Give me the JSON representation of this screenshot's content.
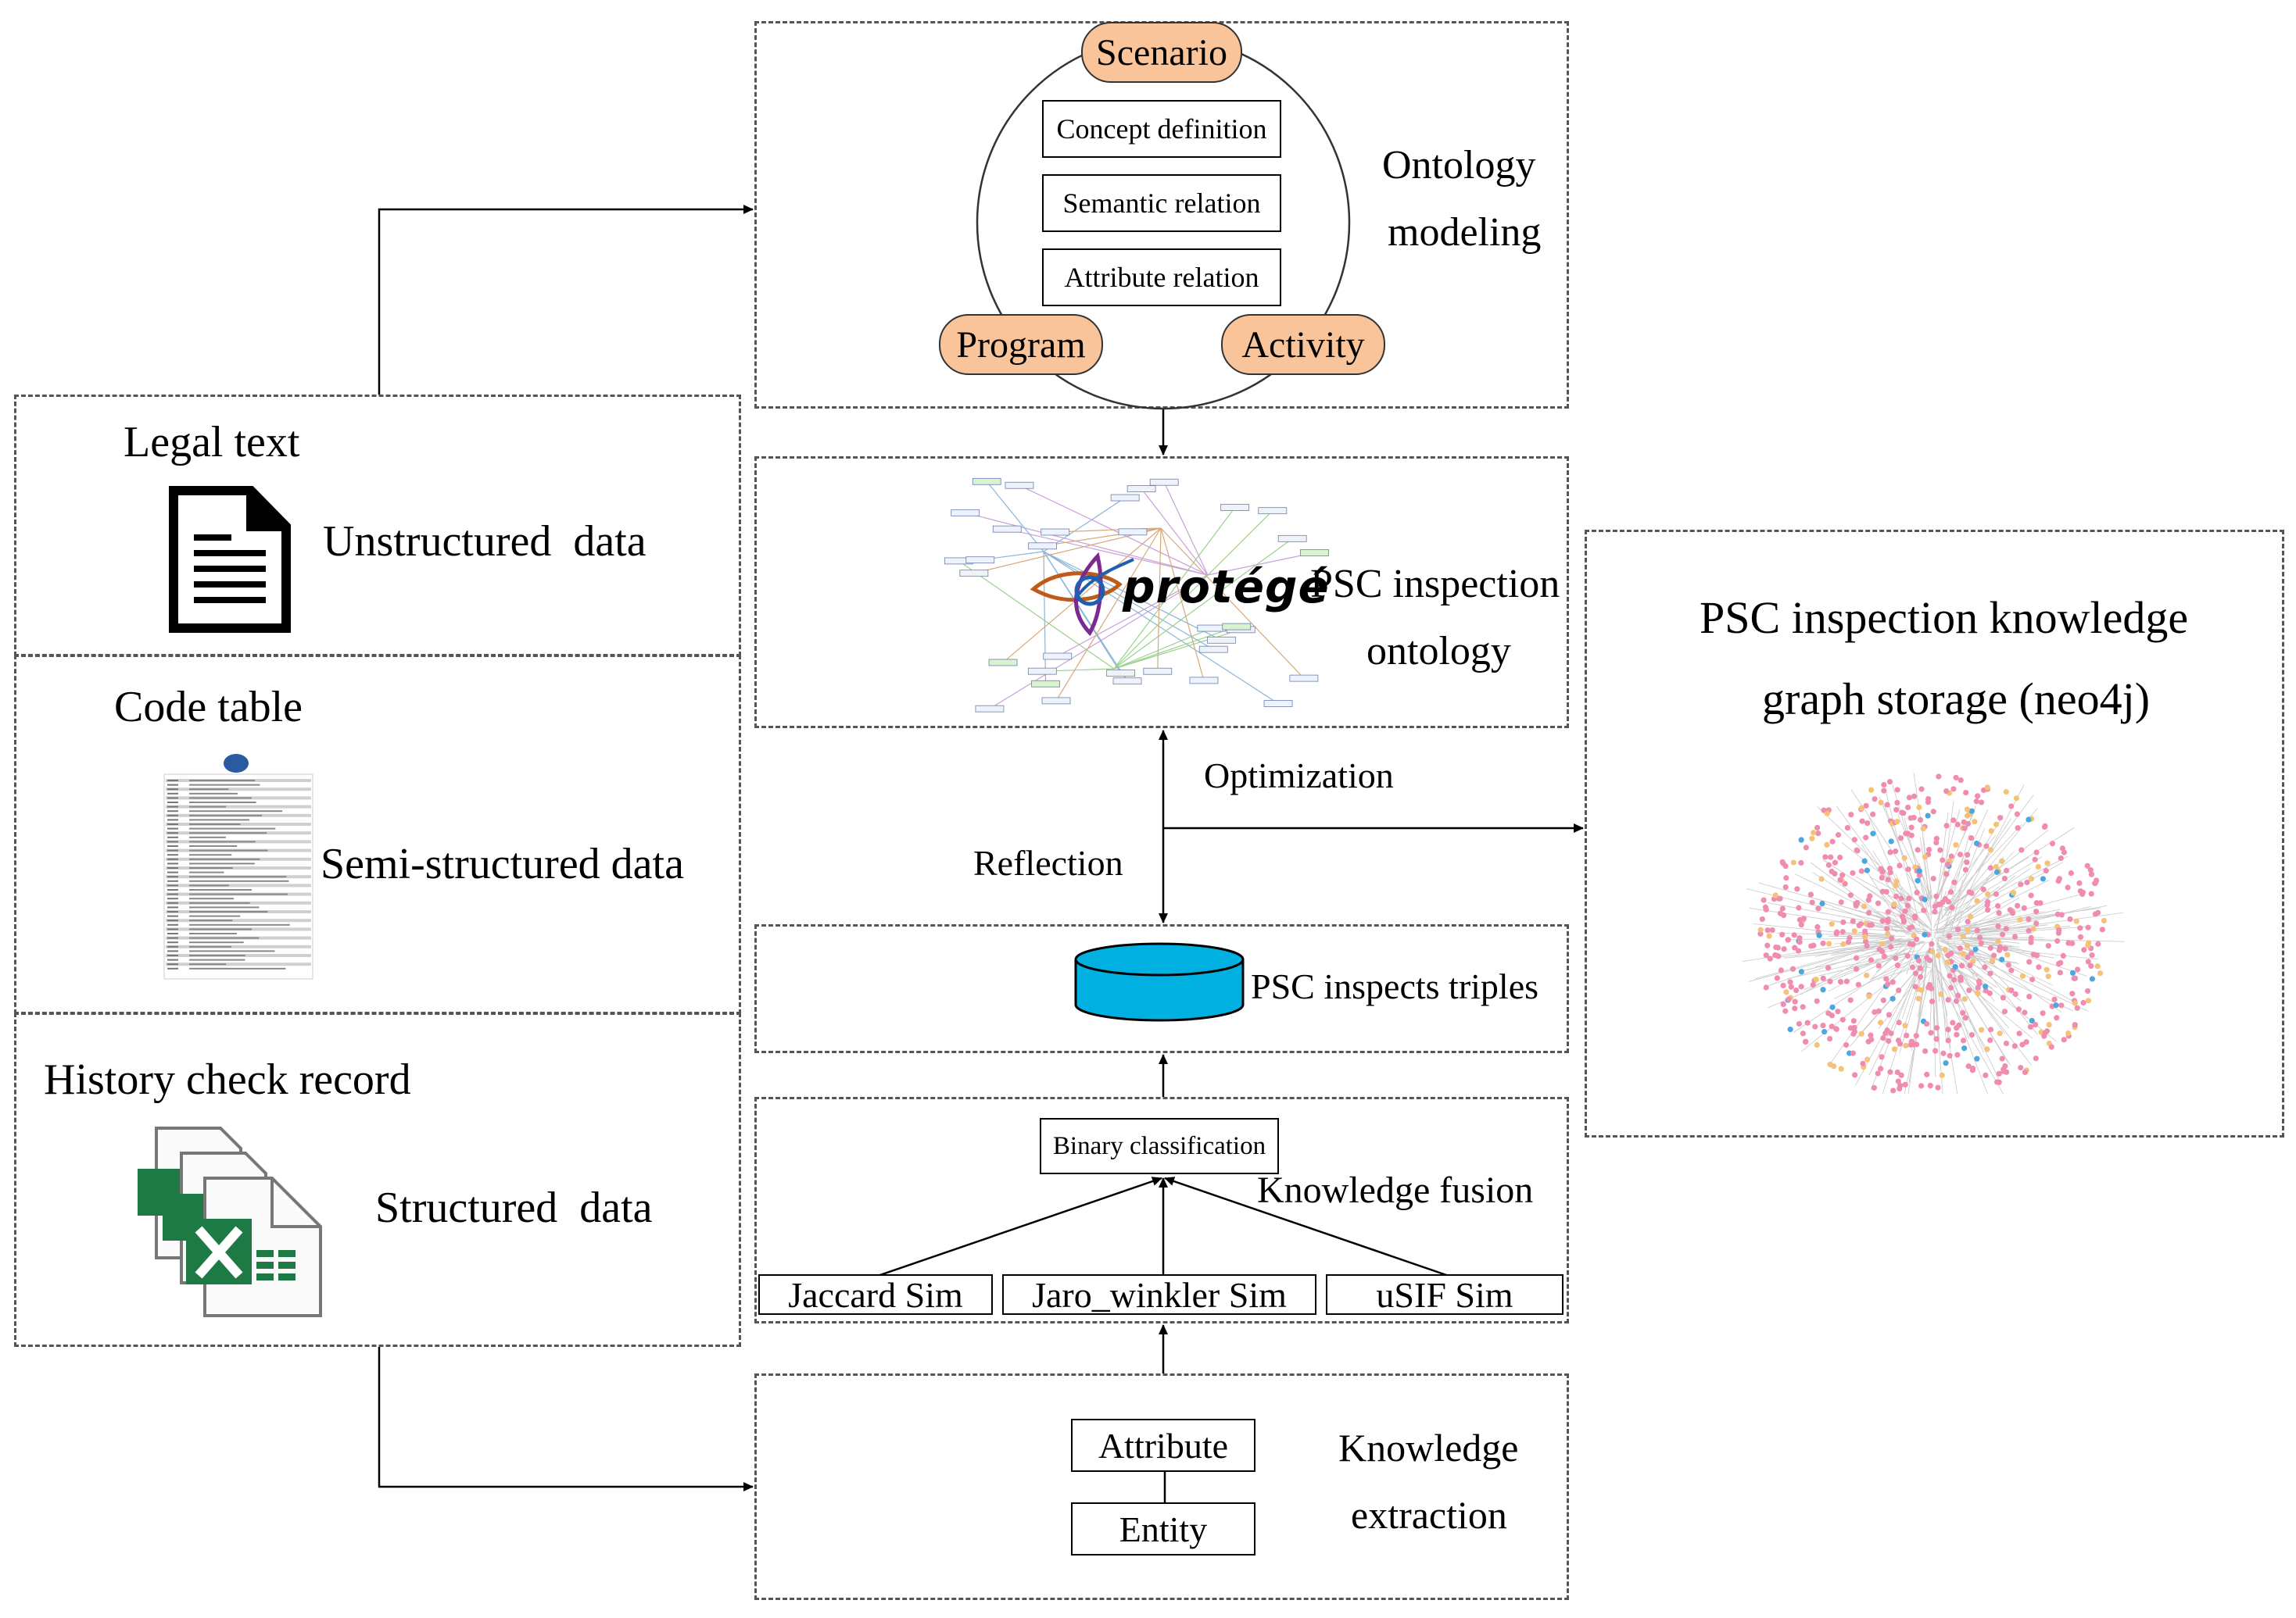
{
  "left_panel": {
    "legal": {
      "title": "Legal text",
      "type": "Unstructured  data"
    },
    "code": {
      "title": "Code table",
      "type": "Semi-structured data"
    },
    "history": {
      "title": "History check record",
      "type": "Structured  data"
    }
  },
  "ontology": {
    "scenario": "Scenario",
    "program": "Program",
    "activity": "Activity",
    "concept": "Concept definition",
    "semantic": "Semantic relation",
    "attribute": "Attribute relation",
    "label_1": "Ontology",
    "label_2": "modeling"
  },
  "protege": {
    "logo": "protégé",
    "label_1": "PSC inspection",
    "label_2": "ontology"
  },
  "optimization": "Optimization",
  "reflection": "Reflection",
  "triples": "PSC inspects triples",
  "fusion": {
    "binary": "Binary classification",
    "label": "Knowledge fusion",
    "jaccard": "Jaccard Sim",
    "jaro": "Jaro_winkler Sim",
    "usif": "uSIF Sim"
  },
  "extraction": {
    "attribute": "Attribute",
    "entity": "Entity",
    "label_1": "Knowledge",
    "label_2": "extraction"
  },
  "storage": {
    "title_1": "PSC inspection knowledge",
    "title_2": "graph storage (neo4j)"
  },
  "colors": {
    "pill_fill": "#f9c49a",
    "cylinder": "#00b0e0",
    "excel_green": "#1e7a45",
    "node_pink": "#f08cb0",
    "node_orange": "#f5c27a"
  }
}
